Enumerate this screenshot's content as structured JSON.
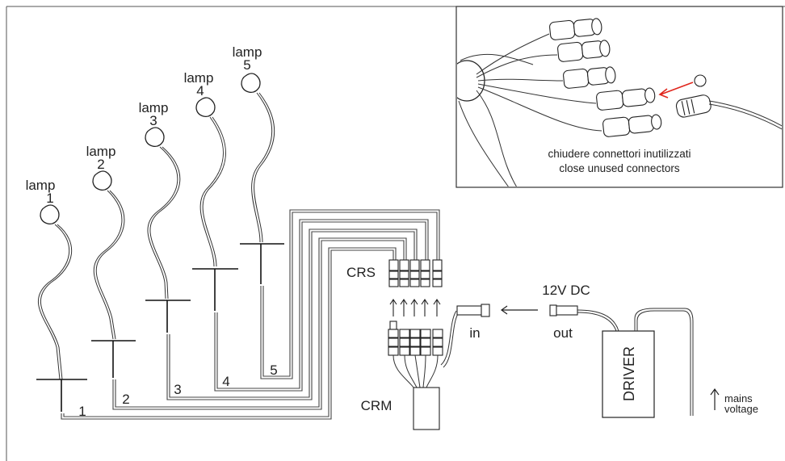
{
  "lamps": [
    {
      "word": "lamp",
      "num": "1"
    },
    {
      "word": "lamp",
      "num": "2"
    },
    {
      "word": "lamp",
      "num": "3"
    },
    {
      "word": "lamp",
      "num": "4"
    },
    {
      "word": "lamp",
      "num": "5"
    }
  ],
  "cable_numbers": [
    "1",
    "2",
    "3",
    "4",
    "5"
  ],
  "connectors": {
    "crs": "CRS",
    "crm": "CRM",
    "in": "in",
    "out": "out",
    "voltage": "12V DC"
  },
  "driver": {
    "label": "DRIVER"
  },
  "mains": {
    "line1": "mains",
    "line2": "voltage"
  },
  "inset": {
    "caption_it": "chiudere connettori inutilizzati",
    "caption_en": "close unused connectors"
  },
  "colors": {
    "line": "#333333",
    "arrow_red": "#e0261d"
  }
}
